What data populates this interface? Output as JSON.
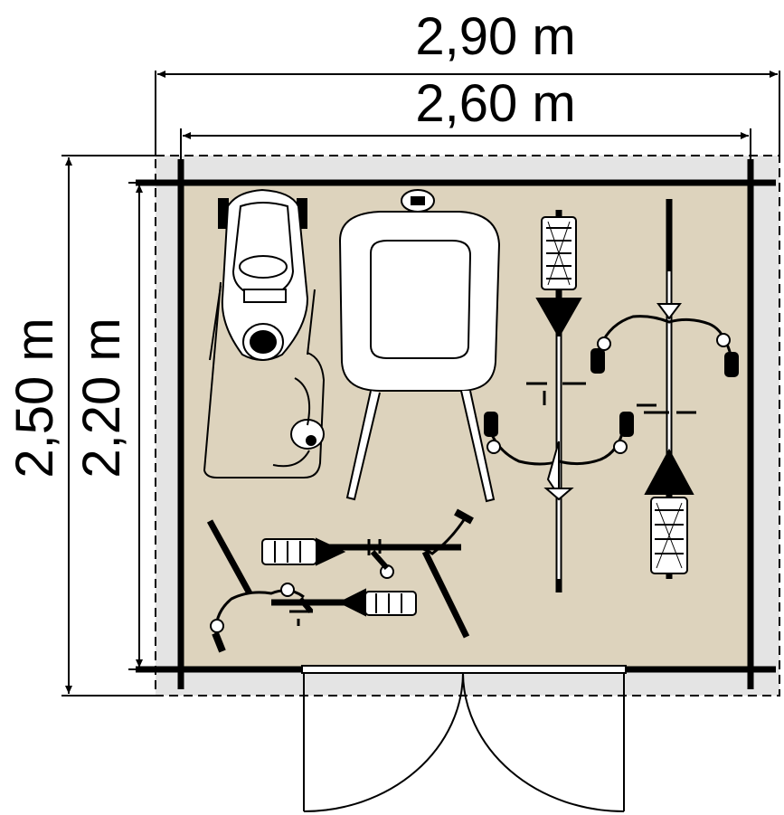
{
  "dimensions": {
    "outer_width": "2,90 m",
    "inner_width": "2,60 m",
    "outer_depth": "2,50 m",
    "inner_depth": "2,20 m"
  },
  "items": [
    "lawn-mower",
    "grill",
    "bicycle",
    "bicycle",
    "bicycle",
    "bicycle"
  ],
  "colors": {
    "floor": "#ddd3bd",
    "overhang": "#e4e4e4",
    "wall": "#000000",
    "line": "#000000"
  }
}
